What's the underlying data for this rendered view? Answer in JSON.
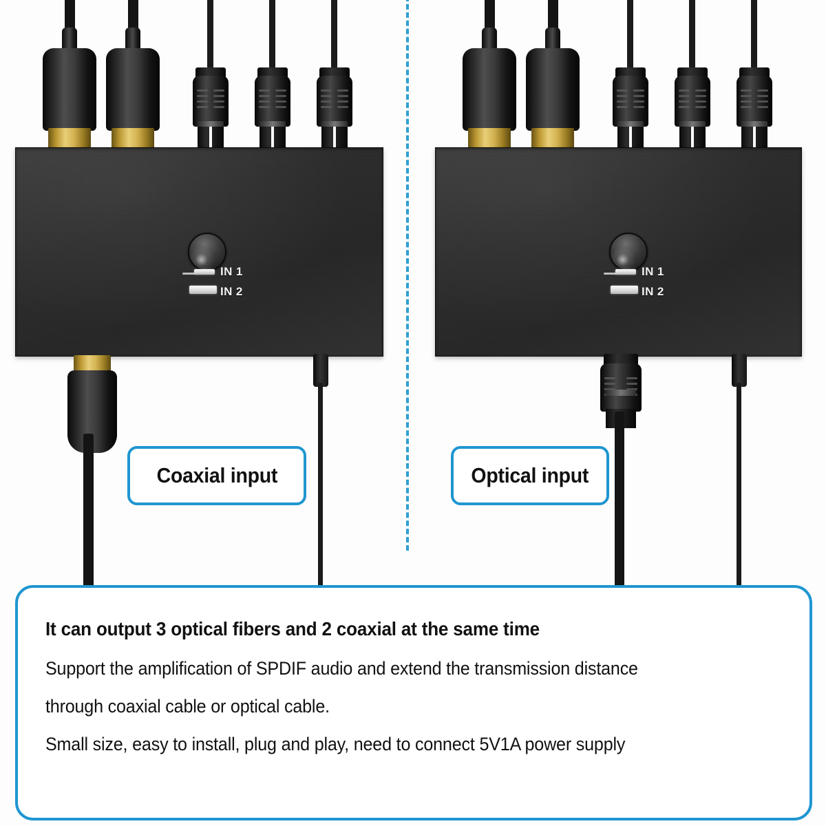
{
  "meta": {
    "title": "SPDIF audio switch / splitter product infographic",
    "accent_color": "#1f96d0",
    "divider_color": "#2f9fd4",
    "device_color": "#2c2c2c",
    "background_color": "#ffffff"
  },
  "panels": [
    {
      "id": "left",
      "device_name": "spdif-switch-device-left",
      "callout": "Coaxial input",
      "top_connectors": [
        {
          "type": "rca-coax-connector",
          "label": "coaxial-connector-1"
        },
        {
          "type": "rca-coax-connector",
          "label": "coaxial-connector-2"
        },
        {
          "type": "toslink-optical-connector",
          "label": "optical-connector-1"
        },
        {
          "type": "toslink-optical-connector",
          "label": "optical-connector-2"
        },
        {
          "type": "toslink-optical-connector",
          "label": "optical-connector-3"
        }
      ],
      "bottom_connectors": [
        {
          "type": "rca-coax-connector",
          "label": "coaxial-input-plug"
        },
        {
          "type": "usb-power-connector",
          "label": "usb-power-plug"
        }
      ],
      "controls": {
        "button": "input-select-button",
        "indicators": [
          {
            "label": "IN 1",
            "name": "led-indicator-in-1"
          },
          {
            "label": "IN 2",
            "name": "led-indicator-in-2"
          }
        ]
      }
    },
    {
      "id": "right",
      "device_name": "spdif-switch-device-right",
      "callout": "Optical input",
      "top_connectors": [
        {
          "type": "rca-coax-connector",
          "label": "coaxial-connector-1"
        },
        {
          "type": "rca-coax-connector",
          "label": "coaxial-connector-2"
        },
        {
          "type": "toslink-optical-connector",
          "label": "optical-connector-1"
        },
        {
          "type": "toslink-optical-connector",
          "label": "optical-connector-2"
        },
        {
          "type": "toslink-optical-connector",
          "label": "optical-connector-3"
        }
      ],
      "bottom_connectors": [
        {
          "type": "toslink-optical-connector",
          "label": "optical-input-plug"
        },
        {
          "type": "usb-power-connector",
          "label": "usb-power-plug"
        }
      ],
      "controls": {
        "button": "input-select-button",
        "indicators": [
          {
            "label": "IN 1",
            "name": "led-indicator-in-1"
          },
          {
            "label": "IN 2",
            "name": "led-indicator-in-2"
          }
        ]
      }
    }
  ],
  "description": {
    "headline": "It can output 3 optical fibers and 2 coaxial at the same time",
    "lines": [
      "Support the amplification of SPDIF audio and extend the transmission distance",
      "through coaxial cable or optical cable.",
      "Small size, easy to install, plug and play, need to connect 5V1A power supply"
    ]
  }
}
